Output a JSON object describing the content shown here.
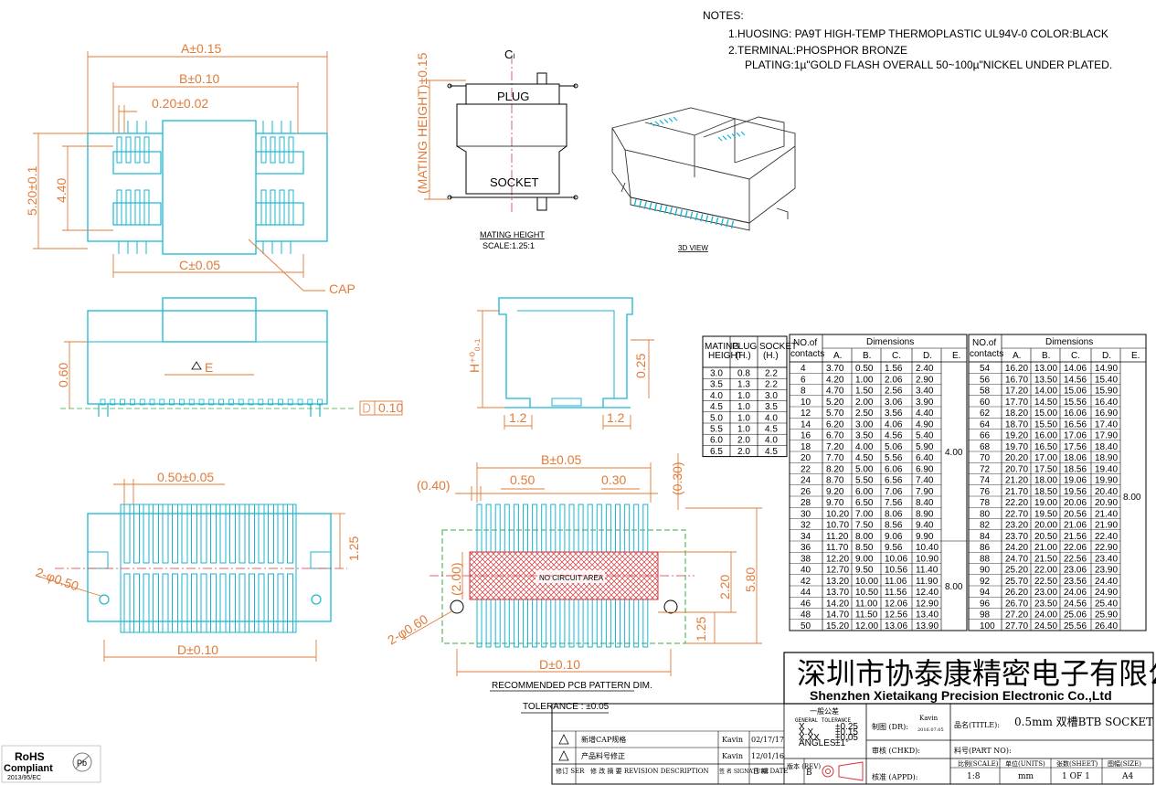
{
  "notes": {
    "heading": "NOTES:",
    "line1": "1.HUOSING: PA9T HIGH-TEMP THERMOPLASTIC UL94V-0 COLOR:BLACK",
    "line2": "2.TERMINAL:PHOSPHOR BRONZE",
    "line3": "PLATING:1µ\"GOLD FLASH OVERALL 50~100µ\"NICKEL UNDER PLATED."
  },
  "top_view": {
    "dim_a": "A±0.15",
    "dim_b": "B±0.10",
    "dim_pitch": "0.20±0.02",
    "dim_height": "5.20±0.1",
    "dim_inner": "4.40",
    "dim_c": "C±0.05",
    "cap_label": "CAP"
  },
  "mating_view": {
    "centerline": "Cₗ",
    "plug": "PLUG",
    "socket": "SOCKET",
    "mating_height_dim": "(MATING HEIGHT)±0.15",
    "caption": "MATING HEIGHT",
    "scale": "SCALE:1.25:1"
  },
  "view_3d": {
    "caption": "3D VIEW"
  },
  "side_view": {
    "dim_e": "E",
    "dim_h": "0.60",
    "flatness": "0.10"
  },
  "end_view": {
    "dim_h": "H⁺⁰₀.₁",
    "dim_025": "0.25",
    "dim_left": "1.2",
    "dim_right": "1.2"
  },
  "bottom_view": {
    "pitch": "0.50±0.05",
    "dim_125": "1.25",
    "holes": "2-φ0.50",
    "dim_d": "D±0.10"
  },
  "pcb_pattern": {
    "dim_b": "B±0.05",
    "dim_040": "(0.40)",
    "dim_050": "0.50",
    "dim_030": "0.30",
    "dim_030p": "(0.30)",
    "dim_200": "(2.00)",
    "dim_220": "2.20",
    "dim_580": "5.80",
    "dim_125": "1.25",
    "holes": "2-φ0.60",
    "dim_d": "D±0.10",
    "no_circuit": "NO CIRCUIT AREA",
    "caption": "RECOMMENDED PCB PATTERN DIM.",
    "tolerance": "TOLERANCE : ±0.05"
  },
  "height_table": {
    "headers": [
      "MATING HEIGHT",
      "PLUG (H.)",
      "SOCKET (H.)"
    ],
    "rows": [
      [
        "3.0",
        "0.8",
        "2.2"
      ],
      [
        "3.5",
        "1.3",
        "2.2"
      ],
      [
        "4.0",
        "1.0",
        "3.0"
      ],
      [
        "4.5",
        "1.0",
        "3.5"
      ],
      [
        "5.0",
        "1.0",
        "4.0"
      ],
      [
        "5.5",
        "1.0",
        "4.5"
      ],
      [
        "6.0",
        "2.0",
        "4.0"
      ],
      [
        "6.5",
        "2.0",
        "4.5"
      ]
    ]
  },
  "dims_table": {
    "col_contacts": "NO.of contacts",
    "col_group": "Dimensions",
    "cols": [
      "A.",
      "B.",
      "C.",
      "D.",
      "E."
    ],
    "left": [
      [
        "4",
        "3.70",
        "0.50",
        "1.56",
        "2.40"
      ],
      [
        "6",
        "4.20",
        "1.00",
        "2.06",
        "2.90"
      ],
      [
        "8",
        "4.70",
        "1.50",
        "2.56",
        "3.40"
      ],
      [
        "10",
        "5.20",
        "2.00",
        "3.06",
        "3.90"
      ],
      [
        "12",
        "5.70",
        "2.50",
        "3.56",
        "4.40"
      ],
      [
        "14",
        "6.20",
        "3.00",
        "4.06",
        "4.90"
      ],
      [
        "16",
        "6.70",
        "3.50",
        "4.56",
        "5.40"
      ],
      [
        "18",
        "7.20",
        "4.00",
        "5.06",
        "5.90"
      ],
      [
        "20",
        "7.70",
        "4.50",
        "5.56",
        "6.40"
      ],
      [
        "22",
        "8.20",
        "5.00",
        "6.06",
        "6.90"
      ],
      [
        "24",
        "8.70",
        "5.50",
        "6.56",
        "7.40"
      ],
      [
        "26",
        "9.20",
        "6.00",
        "7.06",
        "7.90"
      ],
      [
        "28",
        "9.70",
        "6.50",
        "7.56",
        "8.40"
      ],
      [
        "30",
        "10.20",
        "7.00",
        "8.06",
        "8.90"
      ],
      [
        "32",
        "10.70",
        "7.50",
        "8.56",
        "9.40"
      ],
      [
        "34",
        "11.20",
        "8.00",
        "9.06",
        "9.90"
      ],
      [
        "36",
        "11.70",
        "8.50",
        "9.56",
        "10.40"
      ],
      [
        "38",
        "12.20",
        "9.00",
        "10.06",
        "10.90"
      ],
      [
        "40",
        "12.70",
        "9.50",
        "10.56",
        "11.40"
      ],
      [
        "42",
        "13.20",
        "10.00",
        "11.06",
        "11.90"
      ],
      [
        "44",
        "13.70",
        "10.50",
        "11.56",
        "12.40"
      ],
      [
        "46",
        "14.20",
        "11.00",
        "12.06",
        "12.90"
      ],
      [
        "48",
        "14.70",
        "11.50",
        "12.56",
        "13.40"
      ],
      [
        "50",
        "15.20",
        "12.00",
        "13.06",
        "13.90"
      ]
    ],
    "left_e": [
      "4.00",
      "8.00"
    ],
    "right": [
      [
        "54",
        "16.20",
        "13.00",
        "14.06",
        "14.90"
      ],
      [
        "56",
        "16.70",
        "13.50",
        "14.56",
        "15.40"
      ],
      [
        "58",
        "17.20",
        "14.00",
        "15.06",
        "15.90"
      ],
      [
        "60",
        "17.70",
        "14.50",
        "15.56",
        "16.40"
      ],
      [
        "62",
        "18.20",
        "15.00",
        "16.06",
        "16.90"
      ],
      [
        "64",
        "18.70",
        "15.50",
        "16.56",
        "17.40"
      ],
      [
        "66",
        "19.20",
        "16.00",
        "17.06",
        "17.90"
      ],
      [
        "68",
        "19.70",
        "16.50",
        "17.56",
        "18.40"
      ],
      [
        "70",
        "20.20",
        "17.00",
        "18.06",
        "18.90"
      ],
      [
        "72",
        "20.70",
        "17.50",
        "18.56",
        "19.40"
      ],
      [
        "74",
        "21.20",
        "18.00",
        "19.06",
        "19.90"
      ],
      [
        "76",
        "21.70",
        "18.50",
        "19.56",
        "20.40"
      ],
      [
        "78",
        "22.20",
        "19.00",
        "20.06",
        "20.90"
      ],
      [
        "80",
        "22.70",
        "19.50",
        "20.56",
        "21.40"
      ],
      [
        "82",
        "23.20",
        "20.00",
        "21.06",
        "21.90"
      ],
      [
        "84",
        "23.70",
        "20.50",
        "21.56",
        "22.40"
      ],
      [
        "86",
        "24.20",
        "21.00",
        "22.06",
        "22.90"
      ],
      [
        "88",
        "24.70",
        "21.50",
        "22.56",
        "23.40"
      ],
      [
        "90",
        "25.20",
        "22.00",
        "23.06",
        "23.90"
      ],
      [
        "92",
        "25.70",
        "22.50",
        "23.56",
        "24.40"
      ],
      [
        "94",
        "26.20",
        "23.00",
        "24.06",
        "24.90"
      ],
      [
        "96",
        "26.70",
        "23.50",
        "24.56",
        "25.40"
      ],
      [
        "98",
        "27.20",
        "24.00",
        "25.06",
        "25.90"
      ],
      [
        "100",
        "27.70",
        "24.50",
        "25.56",
        "26.40"
      ]
    ],
    "right_e": "8.00"
  },
  "company": {
    "name_cn": "深圳市协泰康精密电子有限公司",
    "name_en": "Shenzhen Xietaikang Precision Electronic Co.,Ltd"
  },
  "title_block": {
    "tolerance_cn": "一般公差",
    "tolerance_en": "GENERAL TOLERANCE",
    "tol_rows": [
      [
        "X",
        "±0.25"
      ],
      [
        "X.X",
        "±0.15"
      ],
      [
        "X.XX",
        "±0.05"
      ],
      [
        "ANGLES",
        "±1°"
      ]
    ],
    "drawn_label": "制图 (DR):",
    "drawn_by": "Kavin",
    "drawn_date": "2016.07.05",
    "checked_label": "审核 (CHKD):",
    "approved_label": "核准 (APPD):",
    "title_label": "品名(TITLE):",
    "title": "0.5mm 双槽BTB SOCKET",
    "part_label": "料号(PART NO):",
    "scale_label": "比例(SCALE)",
    "scale": "1:8",
    "units_label": "单位(UNITS)",
    "units": "mm",
    "sheet_label": "张数(SHEET)",
    "sheet": "1 OF 1",
    "size_label": "图幅(SIZE)",
    "size": "A4",
    "rev_label": "版本 (REV)",
    "rev": "B"
  },
  "revisions": {
    "rows": [
      {
        "desc": "新增CAP规格",
        "by": "Kavin",
        "date": "02/17/17"
      },
      {
        "desc": "产品料号修正",
        "by": "Kavin",
        "date": "12/01/16"
      }
    ],
    "h_rev": "修订 SER",
    "h_desc": "修 改 摘 要 REVISION DESCRIPTION",
    "h_sig": "签 名 SIGNATURE",
    "h_date": "日 期 DATE"
  },
  "rohs": {
    "line1": "RoHS",
    "line2": "Compliant",
    "line3": "2013/95/EC",
    "badge": "Pb"
  },
  "colors": {
    "cyan": "#19b6d2",
    "orange": "#e07b39",
    "red": "#d8343a",
    "green": "#39a845"
  }
}
